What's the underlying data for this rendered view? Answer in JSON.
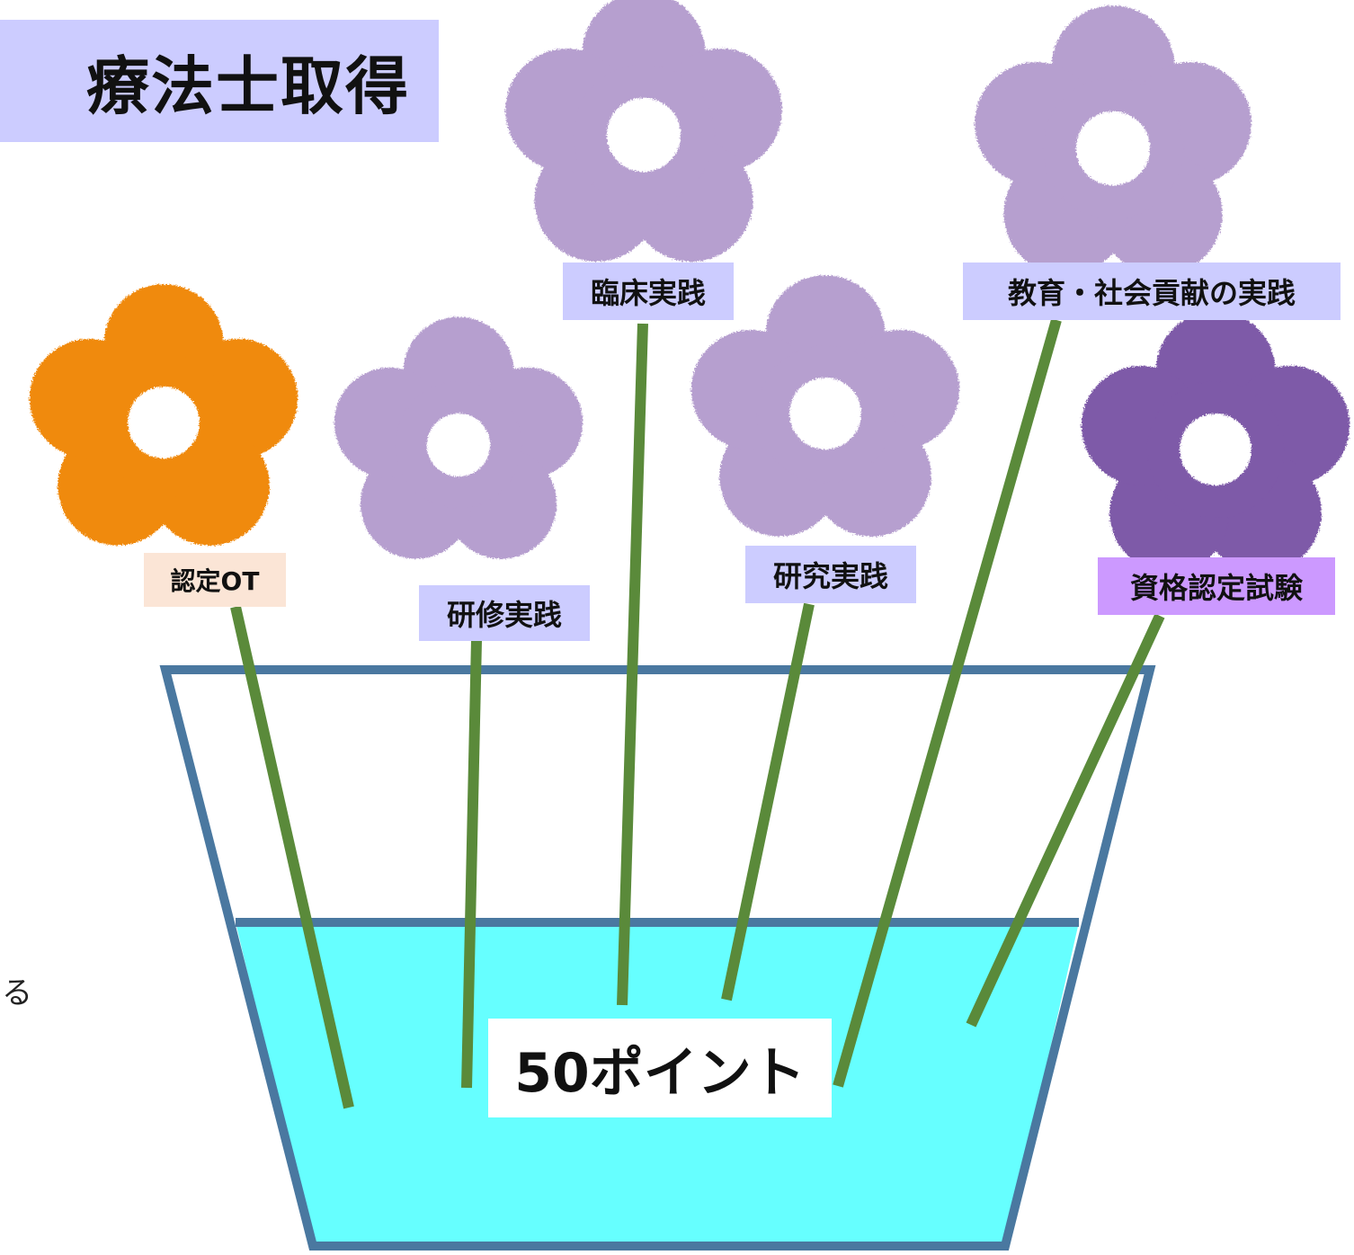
{
  "title": "療法士取得",
  "stray_text": "る",
  "points_label": "50ポイント",
  "colors": {
    "title_bg": "#ccccff",
    "label_bg": "#ccccff",
    "label_nintei_ot_bg": "#fbe5d6",
    "label_exam_bg": "#cc99ff",
    "flower_orange": "#f08a10",
    "flower_light_purple": "#b69fcf",
    "flower_dark_purple": "#7e5aa8",
    "stem": "#5a8a3a",
    "vase_outline": "#4a78a0",
    "water": "#66ffff"
  },
  "labels": [
    {
      "id": "nintei-ot",
      "text": "認定OT",
      "icon": "flower-orange-icon"
    },
    {
      "id": "kenshu",
      "text": "研修実践",
      "icon": "flower-light-purple-icon"
    },
    {
      "id": "rinsho",
      "text": "臨床実践",
      "icon": "flower-light-purple-icon"
    },
    {
      "id": "kenkyu",
      "text": "研究実践",
      "icon": "flower-light-purple-icon"
    },
    {
      "id": "kyoiku",
      "text": "教育・社会貢献の実践",
      "icon": "flower-light-purple-icon"
    },
    {
      "id": "shikaku",
      "text": "資格認定試験",
      "icon": "flower-dark-purple-icon"
    }
  ]
}
